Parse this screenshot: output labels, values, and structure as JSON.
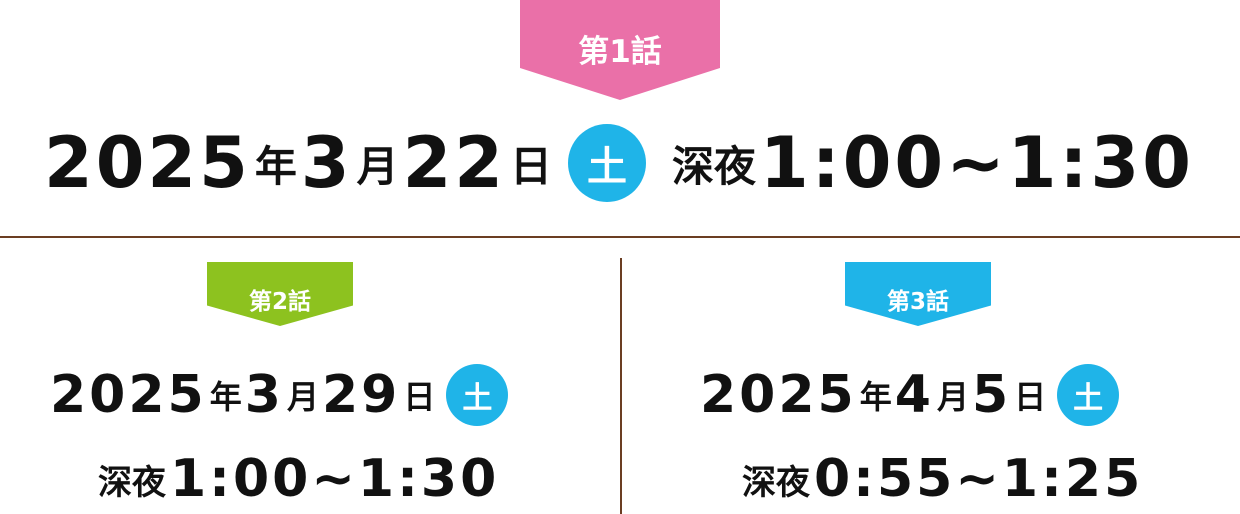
{
  "colors": {
    "tag_ep1": "#ea70a8",
    "tag_ep2": "#8dc21f",
    "tag_ep3": "#1fb4e8",
    "weekday_badge": "#1fb4e8",
    "divider": "#6b3d22"
  },
  "episodes": [
    {
      "label": "第1話",
      "year": "2025",
      "year_unit": "年",
      "month": "3",
      "month_unit": "月",
      "day": "22",
      "day_unit": "日",
      "weekday": "土",
      "time_prefix": "深夜",
      "time": "1:00~1:30"
    },
    {
      "label": "第2話",
      "year": "2025",
      "year_unit": "年",
      "month": "3",
      "month_unit": "月",
      "day": "29",
      "day_unit": "日",
      "weekday": "土",
      "time_prefix": "深夜",
      "time": "1:00~1:30"
    },
    {
      "label": "第3話",
      "year": "2025",
      "year_unit": "年",
      "month": "4",
      "month_unit": "月",
      "day": "5",
      "day_unit": "日",
      "weekday": "土",
      "time_prefix": "深夜",
      "time": "0:55~1:25"
    }
  ]
}
